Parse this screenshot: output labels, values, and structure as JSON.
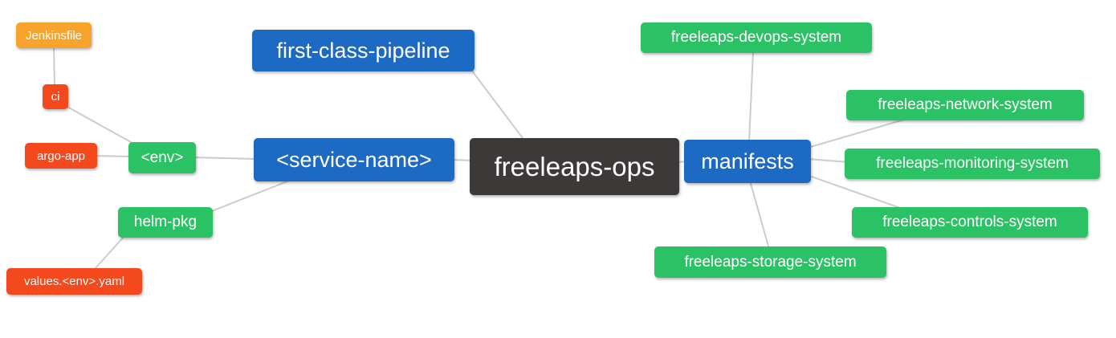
{
  "diagram": {
    "type": "mindmap",
    "root_label": "freeleaps-ops"
  },
  "colors": {
    "amber": "#F8A42C",
    "red": "#F4491D",
    "green": "#2BC165",
    "blue": "#1D6AC5",
    "dark": "#3D3939",
    "edge": "#CCCCCC",
    "text": "#FFFFFF",
    "background": "#FFFFFF"
  },
  "nodes": {
    "jenkinsfile": {
      "label": "Jenkinsfile",
      "color": "amber"
    },
    "ci": {
      "label": "ci",
      "color": "red"
    },
    "argo_app": {
      "label": "argo-app",
      "color": "red"
    },
    "env": {
      "label": "<env>",
      "color": "green"
    },
    "helm_pkg": {
      "label": "helm-pkg",
      "color": "green"
    },
    "values_env_yaml": {
      "label": "values.<env>.yaml",
      "color": "red"
    },
    "first_class_pipeline": {
      "label": "first-class-pipeline",
      "color": "blue"
    },
    "service_name": {
      "label": "<service-name>",
      "color": "blue"
    },
    "freeleaps_ops": {
      "label": "freeleaps-ops",
      "color": "dark"
    },
    "manifests": {
      "label": "manifests",
      "color": "blue"
    },
    "devops_system": {
      "label": "freeleaps-devops-system",
      "color": "green"
    },
    "network_system": {
      "label": "freeleaps-network-system",
      "color": "green"
    },
    "monitoring_system": {
      "label": "freeleaps-monitoring-system",
      "color": "green"
    },
    "controls_system": {
      "label": "freeleaps-controls-system",
      "color": "green"
    },
    "storage_system": {
      "label": "freeleaps-storage-system",
      "color": "green"
    }
  },
  "edges": [
    {
      "from": "jenkinsfile",
      "to": "ci"
    },
    {
      "from": "ci",
      "to": "env"
    },
    {
      "from": "argo_app",
      "to": "env"
    },
    {
      "from": "env",
      "to": "service_name"
    },
    {
      "from": "helm_pkg",
      "to": "service_name"
    },
    {
      "from": "values_env_yaml",
      "to": "helm_pkg"
    },
    {
      "from": "service_name",
      "to": "freeleaps_ops"
    },
    {
      "from": "first_class_pipeline",
      "to": "freeleaps_ops"
    },
    {
      "from": "freeleaps_ops",
      "to": "manifests"
    },
    {
      "from": "manifests",
      "to": "devops_system"
    },
    {
      "from": "manifests",
      "to": "network_system"
    },
    {
      "from": "manifests",
      "to": "monitoring_system"
    },
    {
      "from": "manifests",
      "to": "controls_system"
    },
    {
      "from": "manifests",
      "to": "storage_system"
    }
  ]
}
